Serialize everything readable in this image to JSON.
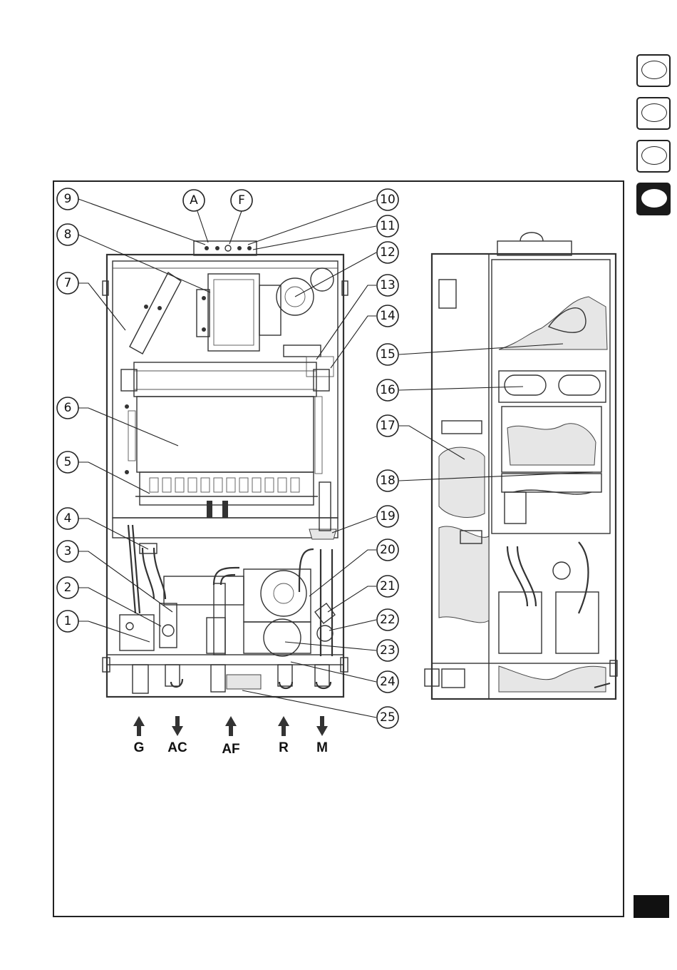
{
  "language_tabs": [
    {
      "id": "tab-1",
      "active": false
    },
    {
      "id": "tab-2",
      "active": false
    },
    {
      "id": "tab-3",
      "active": false
    },
    {
      "id": "tab-4",
      "active": true
    }
  ],
  "letter_callouts": [
    "A",
    "F"
  ],
  "numbered_callouts": [
    "1",
    "2",
    "3",
    "4",
    "5",
    "6",
    "7",
    "8",
    "9",
    "10",
    "11",
    "12",
    "13",
    "14",
    "15",
    "16",
    "17",
    "18",
    "19",
    "20",
    "21",
    "22",
    "23",
    "24",
    "25"
  ],
  "connections": [
    {
      "label": "G",
      "direction": "up"
    },
    {
      "label": "AC",
      "direction": "down"
    },
    {
      "label": "AF",
      "direction": "up"
    },
    {
      "label": "R",
      "direction": "up"
    },
    {
      "label": "M",
      "direction": "down"
    }
  ]
}
